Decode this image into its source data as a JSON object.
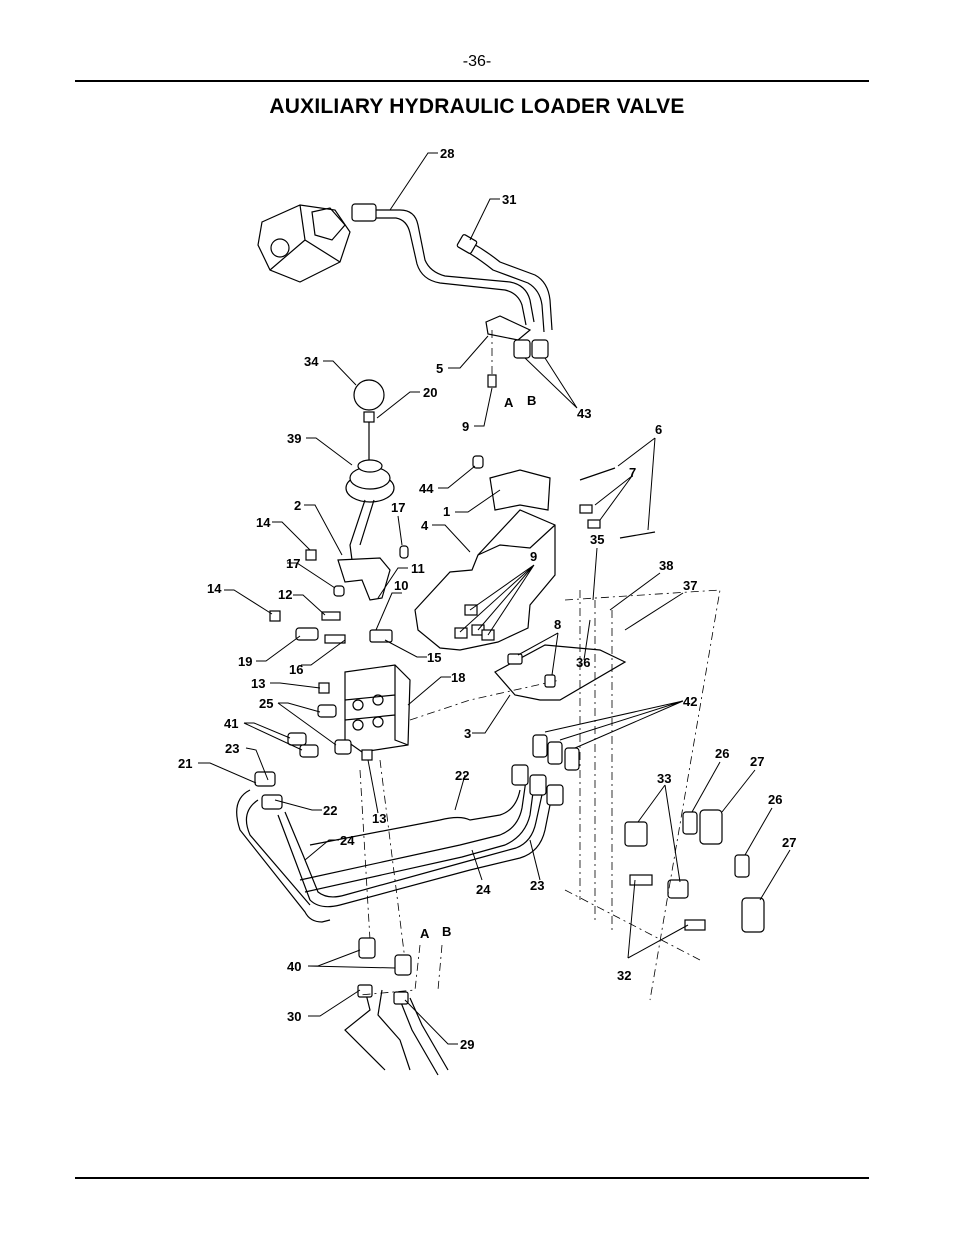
{
  "page_number": "-36-",
  "title": "AUXILIARY HYDRAULIC LOADER VALVE",
  "callouts": [
    "28",
    "31",
    "5",
    "43",
    "9",
    "A",
    "B",
    "34",
    "20",
    "39",
    "6",
    "7",
    "44",
    "1",
    "4",
    "2",
    "17",
    "14",
    "9",
    "35",
    "38",
    "37",
    "17",
    "11",
    "10",
    "12",
    "14",
    "8",
    "19",
    "16",
    "15",
    "36",
    "13",
    "18",
    "25",
    "3",
    "42",
    "41",
    "23",
    "21",
    "22",
    "22",
    "13",
    "26",
    "27",
    "33",
    "26",
    "24",
    "27",
    "24",
    "23",
    "A",
    "B",
    "40",
    "32",
    "30",
    "29"
  ]
}
